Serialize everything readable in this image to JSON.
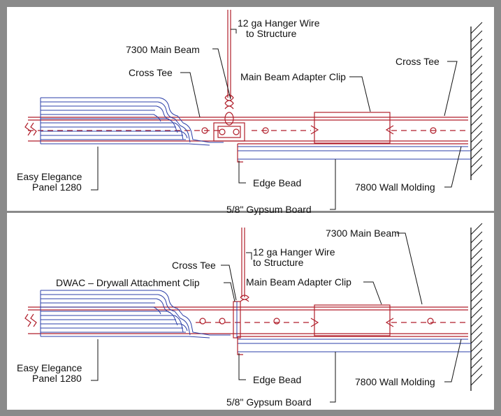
{
  "colors": {
    "frame": "#8a8a8a",
    "beam": "#b01e2a",
    "panel": "#2b3fa8",
    "text": "#111111"
  },
  "top": {
    "hanger_wire": [
      "12 ga Hanger Wire",
      "to Structure"
    ],
    "main_beam": "7300 Main Beam",
    "cross_tee_left": "Cross Tee",
    "adapter_clip": "Main Beam Adapter Clip",
    "cross_tee_right": "Cross Tee",
    "panel": [
      "Easy Elegance",
      "Panel 1280"
    ],
    "edge_bead": "Edge Bead",
    "wall_molding": "7800 Wall Molding",
    "gypsum": "5/8\" Gypsum Board"
  },
  "bottom": {
    "main_beam": "7300 Main Beam",
    "hanger_wire": [
      "12 ga Hanger Wire",
      "to Structure"
    ],
    "cross_tee": "Cross Tee",
    "dwac": "DWAC – Drywall Attachment Clip",
    "adapter_clip": "Main Beam Adapter Clip",
    "panel": [
      "Easy Elegance",
      "Panel 1280"
    ],
    "edge_bead": "Edge Bead",
    "wall_molding": "7800 Wall Molding",
    "gypsum": "5/8\" Gypsum Board"
  }
}
